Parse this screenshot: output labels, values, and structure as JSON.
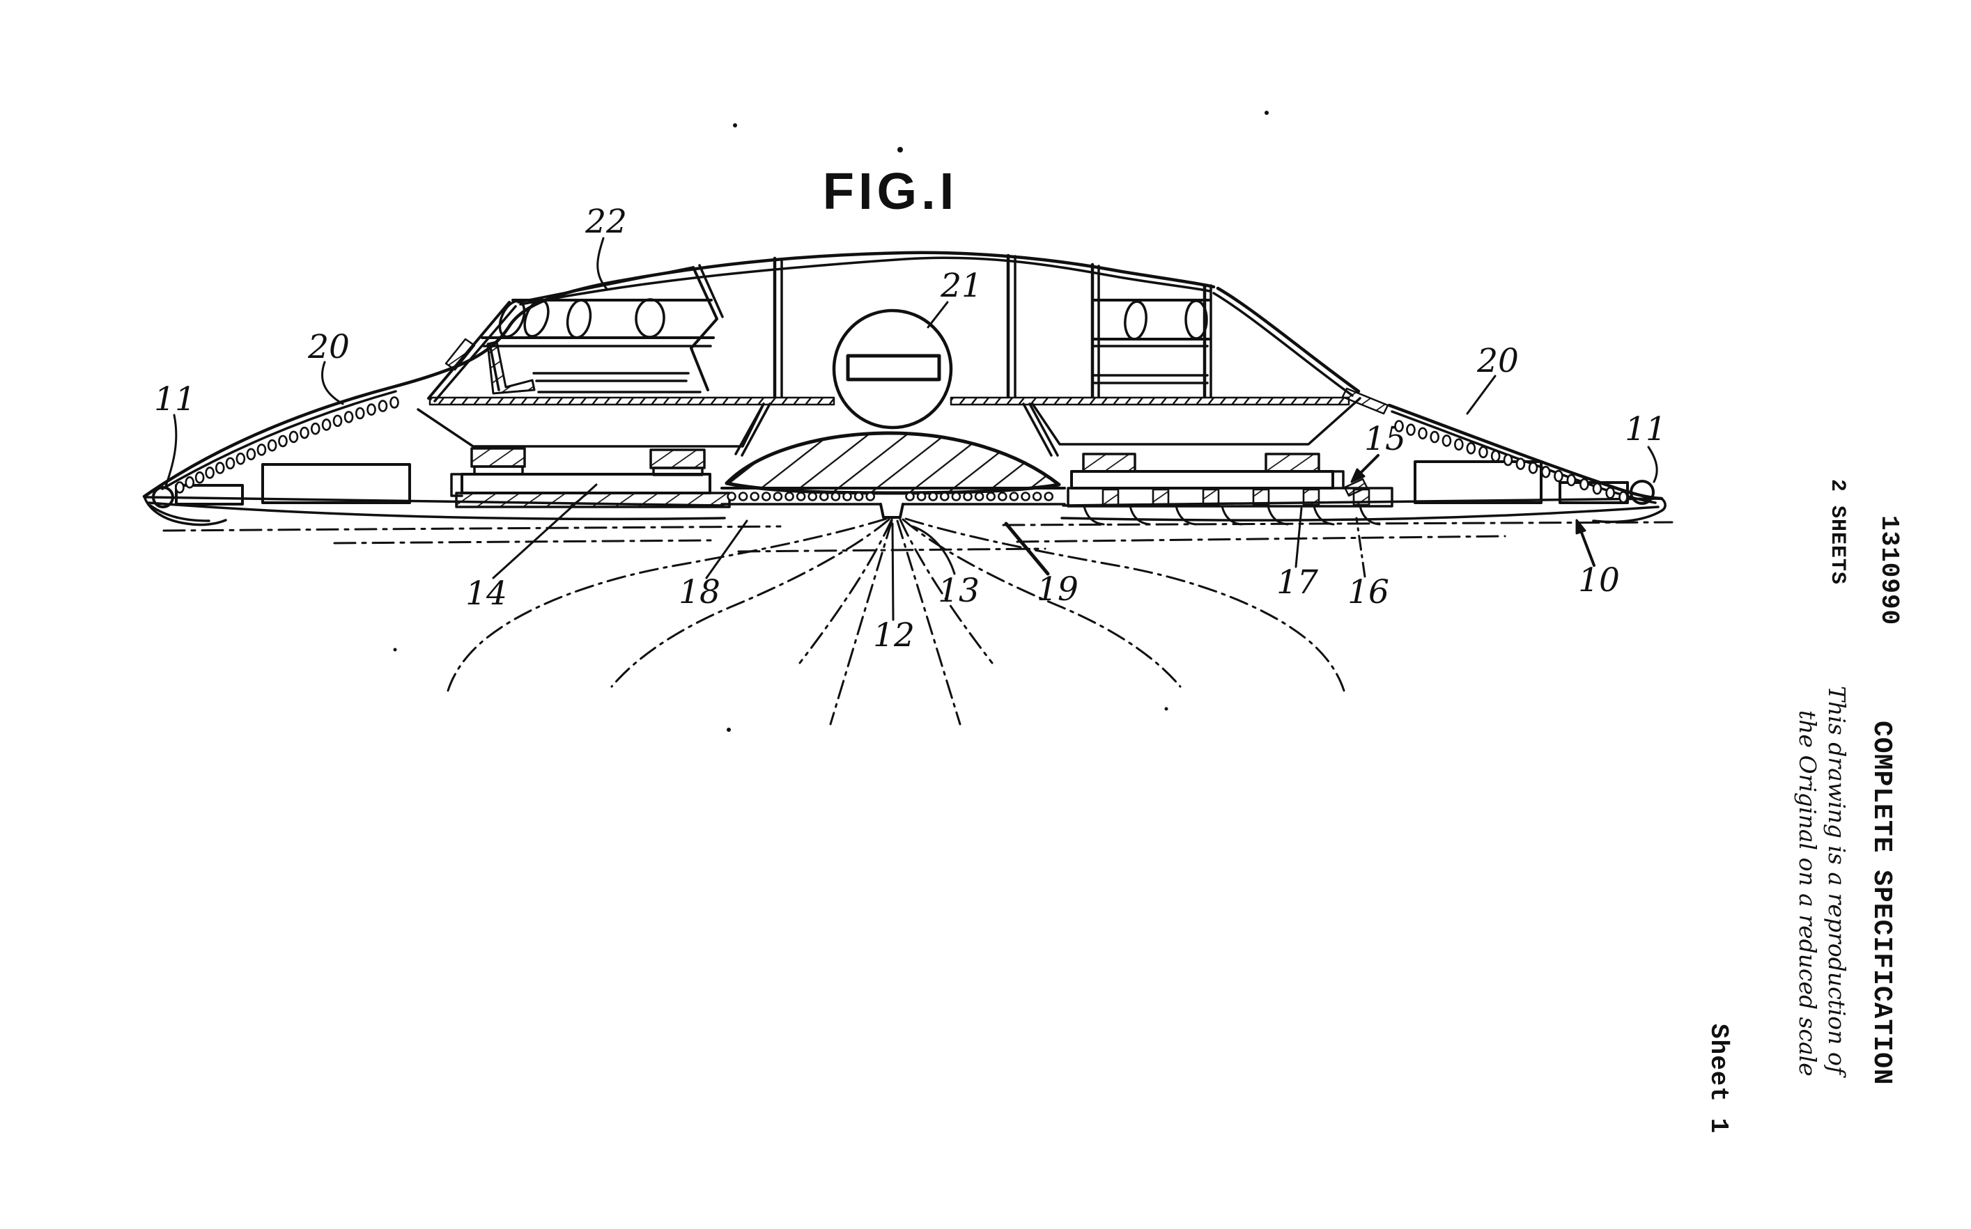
{
  "figure": {
    "title": "FIG.I"
  },
  "part_labels": {
    "10": "10",
    "11": "11",
    "12": "12",
    "13": "13",
    "14": "14",
    "15": "15",
    "16": "16",
    "17": "17",
    "18": "18",
    "19": "19",
    "20": "20",
    "21": "21",
    "22": "22"
  },
  "sidebar": {
    "patent_number": "1310990",
    "sheets": "2  SHEETS",
    "spec_title": "COMPLETE  SPECIFICATION",
    "note_line1": "This drawing is a reproduction of",
    "note_line2": "the Original on a reduced scale",
    "sheet_label": "Sheet 1"
  },
  "ink_color": "#101010"
}
